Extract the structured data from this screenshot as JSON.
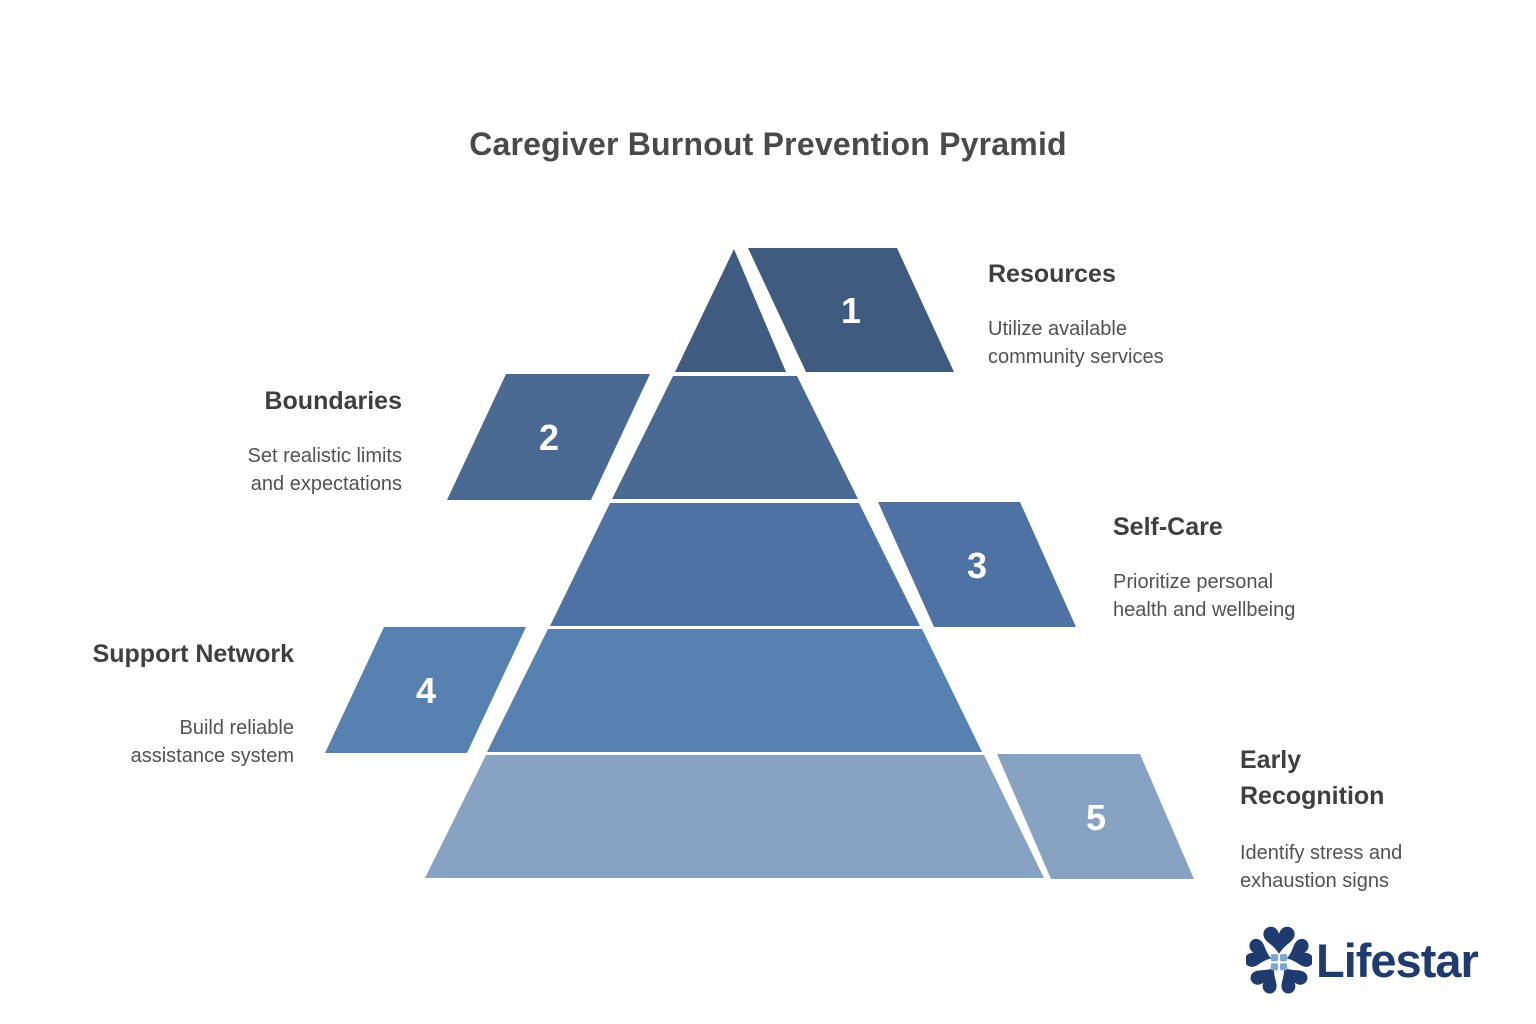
{
  "title": "Caregiver Burnout Prevention Pyramid",
  "levels": [
    {
      "number": "1",
      "title": "Resources",
      "desc_line1": "Utilize available",
      "desc_line2": "community services",
      "color": "#3f5c80"
    },
    {
      "number": "2",
      "title": "Boundaries",
      "desc_line1": "Set realistic limits",
      "desc_line2": "and expectations",
      "color": "#4a6a94"
    },
    {
      "number": "3",
      "title": "Self-Care",
      "desc_line1": "Prioritize personal",
      "desc_line2": "health and wellbeing",
      "color": "#4d72a3"
    },
    {
      "number": "4",
      "title": "Support Network",
      "desc_line1": "Build reliable",
      "desc_line2": "assistance system",
      "color": "#5781b1"
    },
    {
      "number": "5",
      "title": "Early Recognition",
      "desc_line1": "Identify stress and",
      "desc_line2": "exhaustion signs",
      "color": "#87a2c2"
    }
  ],
  "brand": {
    "name": "Lifestar",
    "logo_color": "#1f3b70",
    "logo_window_color": "#7ca6d4"
  },
  "text_colors": {
    "title": "#4a4a4a",
    "heading": "#3f3f3f",
    "body": "#525252"
  }
}
